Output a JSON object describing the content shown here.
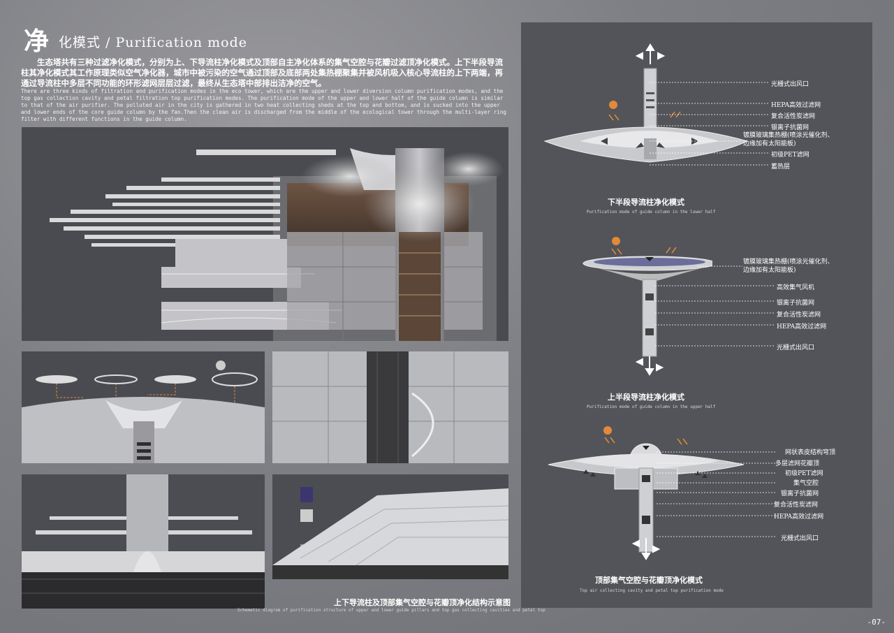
{
  "header": {
    "title_char": "净",
    "title_rest": "化模式 / Purification mode",
    "intro_cn": "生态塔共有三种过滤净化模式，分别为上、下导流柱净化模式及顶部自主净化体系的集气空腔与花瓣过滤顶净化模式。上下半段导流柱其净化模式其工作原理类似空气净化器，城市中被污染的空气通过顶部及底部两处集热棚聚集并被风机吸入核心导流柱的上下两端，再通过导流柱中多层不同功能的环形滤网层层过滤，最终从生态塔中部排出洁净的空气。",
    "intro_en": "There are three kinds of filtration and purification modes in the eco tower, which are the upper and lower diversion column purification modes, and the top gas collection cavity and petal filtration top purification modes. The purification mode of the upper and lower half of the guide column is similar to that of the air purifier. The polluted air in the city is gathered in two heat collecting sheds at the top and bottom, and is sucked into the upper and lower ends of the core guide column by the fan.Then the clean air is discharged from the middle of the ecological tower through the multi-layer ring filter with different functions in the guide column."
  },
  "bottom_caption": {
    "cn": "上下导流柱及顶部集气空腔与花瓣顶净化结构示意图",
    "en": "Schematic diagram of purification structure of upper and lower guide pillars and top gas collecting cavities and petal top"
  },
  "diagram1": {
    "title_cn": "下半段导流柱净化模式",
    "title_en": "Purification mode of guide column in the lower half",
    "labels": [
      "光栅式出风口",
      "HEPA高效过滤网",
      "复合活性炭滤网",
      "银离子抗菌网",
      "镀膜玻璃集热棚(喷涂光催化剂、边缘加有太阳能板)",
      "初级PET滤网",
      "蓄热层"
    ]
  },
  "diagram2": {
    "title_cn": "上半段导流柱净化模式",
    "title_en": "Purification mode of guide column in the upper half",
    "labels": [
      "镀膜玻璃集热棚(喷涂光催化剂、边缘加有太阳能板)",
      "高效集气风机",
      "银离子抗菌网",
      "复合活性炭滤网",
      "HEPA高效过滤网",
      "光栅式出风口"
    ]
  },
  "diagram3": {
    "title_cn": "顶部集气空腔与花瓣顶净化模式",
    "title_en": "Top air collecting cavity and petal top purification mode",
    "labels": [
      "网状表皮结构穹顶",
      "多层滤网花瓣顶",
      "初级PET滤网",
      "集气空腔",
      "银离子抗菌网",
      "复合活性炭滤网",
      "HEPA高效过滤网",
      "光栅式出风口"
    ]
  },
  "page_number": "-07-",
  "colors": {
    "accent_orange": "#e28a3a",
    "panel_dark": "#4a4b50"
  }
}
